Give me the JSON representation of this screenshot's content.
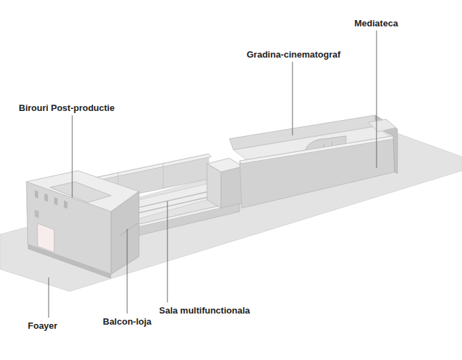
{
  "diagram": {
    "labels": [
      "Mediateca",
      "Gradina-cinematograf",
      "Birouri Post-productie",
      "Sala multifunctionala",
      "Balcon-loja",
      "Foayer"
    ]
  }
}
